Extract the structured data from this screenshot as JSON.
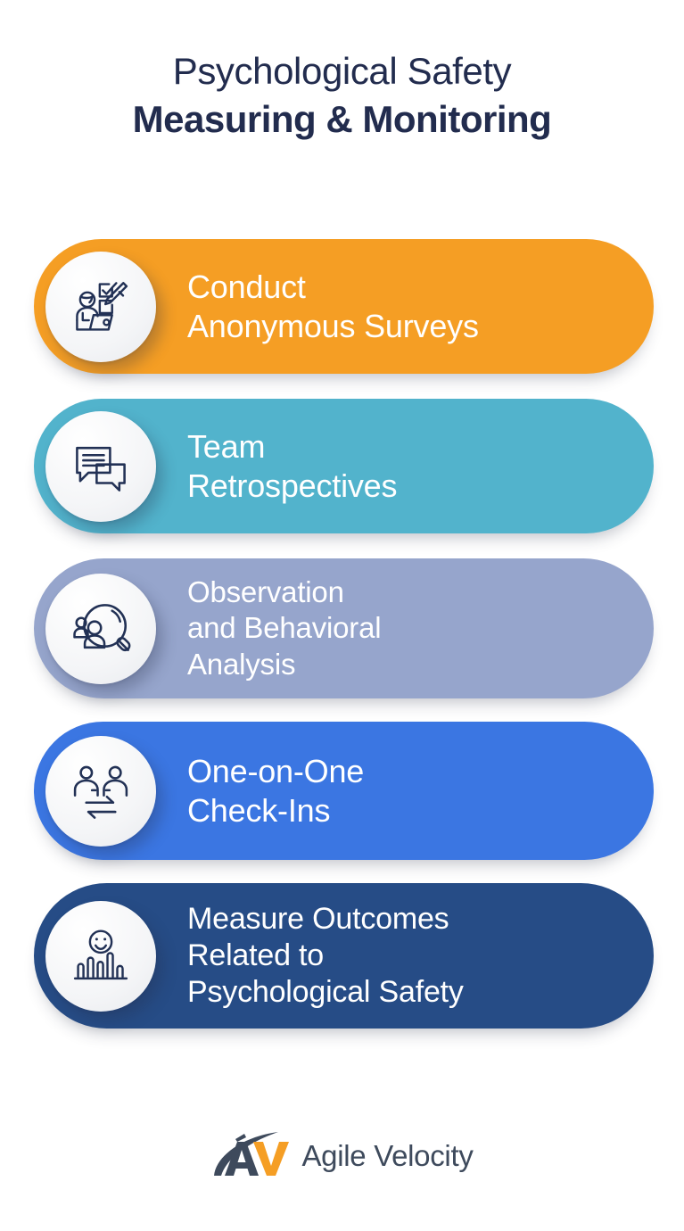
{
  "background_color": "#ffffff",
  "title": {
    "line1": "Psychological Safety",
    "line2": "Measuring & Monitoring",
    "color": "#222c4e"
  },
  "bars": [
    {
      "index": 1,
      "label": "Conduct\nAnonymous Surveys",
      "color": "#f59e24",
      "icon": "survey-clipboard-pencil-person-icon"
    },
    {
      "index": 2,
      "label": "Team\nRetrospectives",
      "color": "#52b3cc",
      "icon": "speech-bubbles-icon"
    },
    {
      "index": 3,
      "label": "Observation\nand Behavioral\nAnalysis",
      "color": "#96a5cc",
      "icon": "magnifier-people-icon"
    },
    {
      "index": 4,
      "label": "One-on-One\nCheck-Ins",
      "color": "#3b76e2",
      "icon": "two-people-exchange-arrows-icon"
    },
    {
      "index": 5,
      "label": "Measure Outcomes\nRelated to\nPsychological Safety",
      "color": "#264c86",
      "icon": "bar-chart-smiley-icon"
    }
  ],
  "logo": {
    "mark_name": "agile-velocity-av-swoosh-logo",
    "text": "Agile Velocity",
    "letter_a_color": "#3e4a5c",
    "letter_v_color": "#f59e24",
    "text_color": "#3e4a5c"
  }
}
